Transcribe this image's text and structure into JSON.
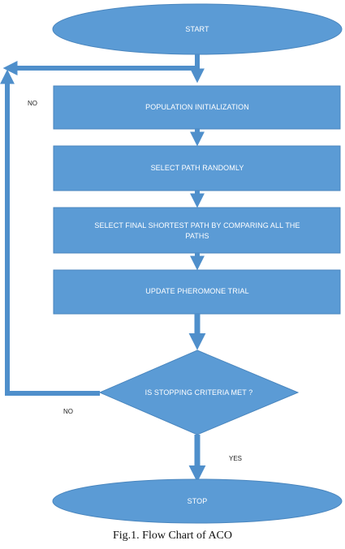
{
  "colors": {
    "shape_fill": "#5b9bd5",
    "shape_stroke": "#4a86be",
    "arrow": "#4f8fcb",
    "node_text": "#ffffff",
    "note_text": "#222222"
  },
  "nodes": {
    "start": "START",
    "population_init": "POPULATION INITIALIZATION",
    "select_path": "SELECT PATH RANDOMLY",
    "final_path_line1": "SELECT FINAL SHORTEST PATH BY COMPARING ALL THE",
    "final_path_line2": "PATHS",
    "update_pheromone": "UPDATE PHEROMONE TRIAL",
    "decision": "IS STOPPING CRITERIA MET ?",
    "stop": "STOP"
  },
  "edge_labels": {
    "no_top": "NO",
    "no_bottom": "NO",
    "yes": "YES"
  },
  "caption": "Fig.1. Flow Chart of ACO"
}
